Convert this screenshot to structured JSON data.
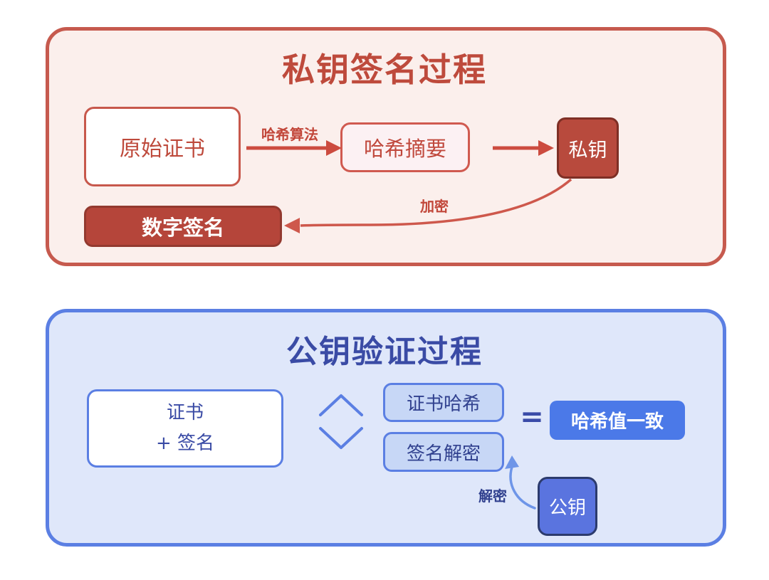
{
  "signing_panel": {
    "title": "私钥签名过程",
    "theme": {
      "panel_border": "#c65a4e",
      "panel_background": "#fbefec",
      "title_color": "#be4a3c",
      "arrow_color": "#cc4b3f",
      "dark_node_fill": "#b5453a",
      "dark_node_text": "#ffffff"
    },
    "nodes": {
      "original_cert": {
        "label": "原始证书"
      },
      "hash_digest": {
        "label": "哈希摘要"
      },
      "private_key": {
        "label": "私钥"
      },
      "digital_signature": {
        "label": "数字签名"
      }
    },
    "edges": {
      "hash_algorithm_label": "哈希算法",
      "encrypt_label": "加密"
    }
  },
  "verification_panel": {
    "title": "公钥验证过程",
    "theme": {
      "panel_border": "#5b7fe3",
      "panel_background": "#dfe7fa",
      "title_color": "#3a4ba5",
      "arrow_color": "#6e95e8",
      "light_node_fill": "#c7d7f6",
      "accent_node_fill": "#4b79e8",
      "accent_node_text": "#ffffff"
    },
    "nodes": {
      "cert_plus_signature": {
        "line1": "证书",
        "line2": "+ 签名"
      },
      "cert_hash": {
        "label": "证书哈希"
      },
      "signature_decrypt": {
        "label": "签名解密"
      },
      "hash_match": {
        "label": "哈希值一致"
      },
      "public_key": {
        "label": "公钥"
      }
    },
    "edges": {
      "equals_sign": "=",
      "decrypt_label": "解密"
    }
  }
}
